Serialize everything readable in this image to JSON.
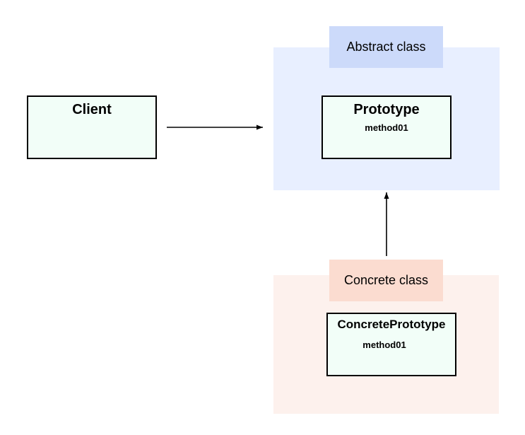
{
  "diagram": {
    "abstract_region": {
      "label": "Abstract class",
      "fill": "#e8efff",
      "label_fill": "#ccdafa"
    },
    "concrete_region": {
      "label": "Concrete class",
      "fill": "#fdf1ed",
      "label_fill": "#fbdcd0"
    },
    "client": {
      "title": "Client"
    },
    "prototype": {
      "title": "Prototype",
      "method": "method01"
    },
    "concrete_prototype": {
      "title": "ConcretePrototype",
      "method": "method01"
    },
    "box_fill": "#f2fef8",
    "edges": [
      {
        "from": "client",
        "to": "prototype"
      },
      {
        "from": "concrete_prototype",
        "to": "prototype"
      }
    ]
  }
}
